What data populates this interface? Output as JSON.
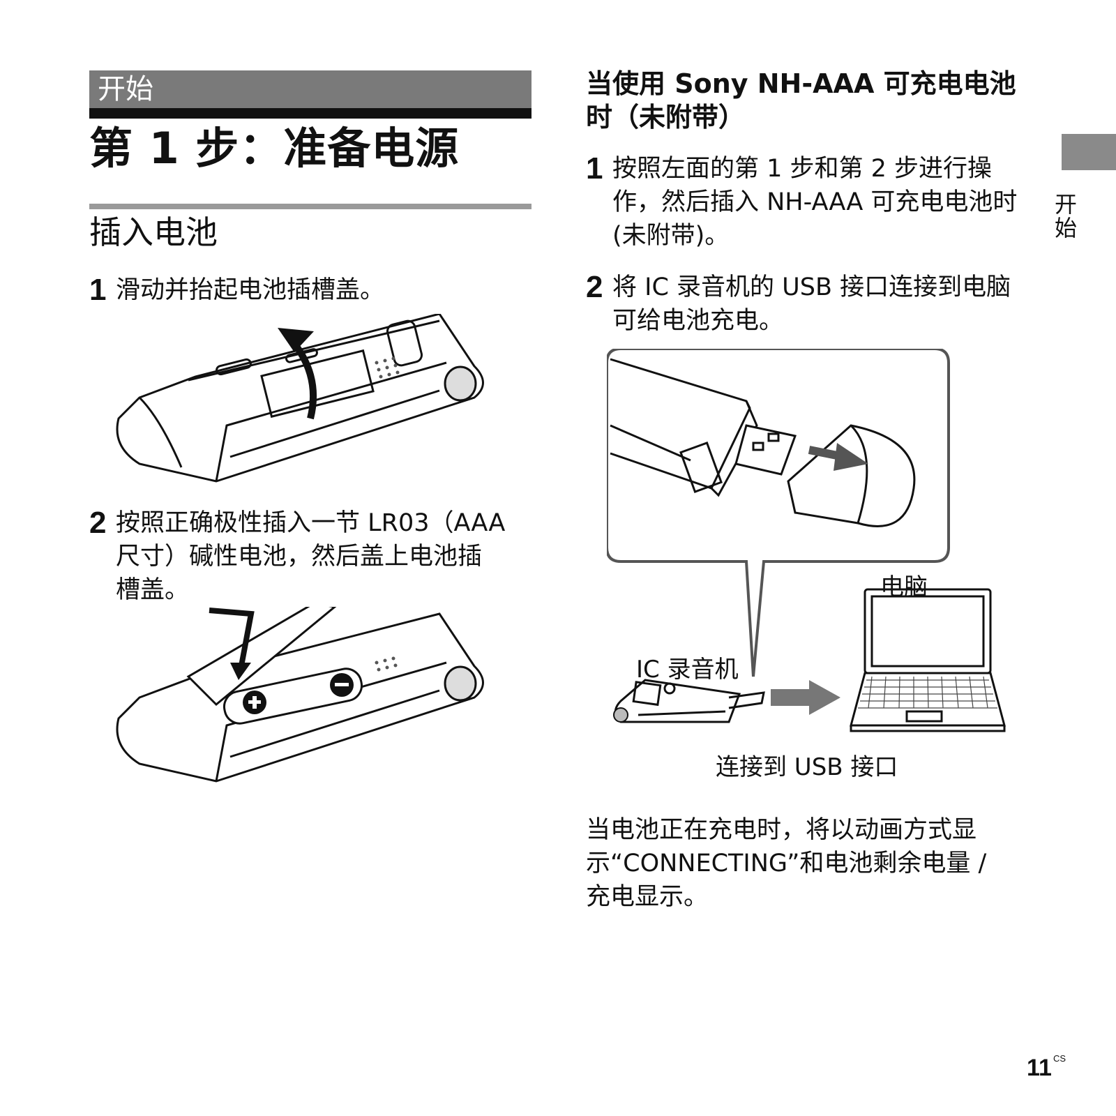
{
  "section": {
    "label": "开始"
  },
  "title": "第 1 步：准备电源",
  "subtitle": "插入电池",
  "left_steps": [
    {
      "num": "1",
      "lines": [
        "滑动并抬起电池插槽盖。"
      ]
    },
    {
      "num": "2",
      "lines": [
        "按照正确极性插入一节 LR03（AAA",
        "尺寸）碱性电池，然后盖上电池插",
        "槽盖。"
      ]
    }
  ],
  "right": {
    "heading_lines": [
      "当使用 Sony NH-AAA 可充电电池",
      "时（未附带）"
    ],
    "steps": [
      {
        "num": "1",
        "lines": [
          "按照左面的第 1 步和第 2 步进行操",
          "作，然后插入 NH-AAA 可充电电池时",
          "(未附带)。"
        ]
      },
      {
        "num": "2",
        "lines": [
          "将 IC 录音机的 USB 接口连接到电脑",
          "可给电池充电。"
        ]
      }
    ],
    "labels": {
      "computer": "电脑",
      "recorder": "IC 录音机",
      "connect": "连接到 USB 接口"
    },
    "note_lines": [
      "当电池正在充电时，将以动画方式显",
      "示“CONNECTING”和电池剩余电量 /",
      "充电显示。"
    ]
  },
  "side_tab": "开始",
  "page": {
    "number": "11",
    "suffix": "CS"
  }
}
